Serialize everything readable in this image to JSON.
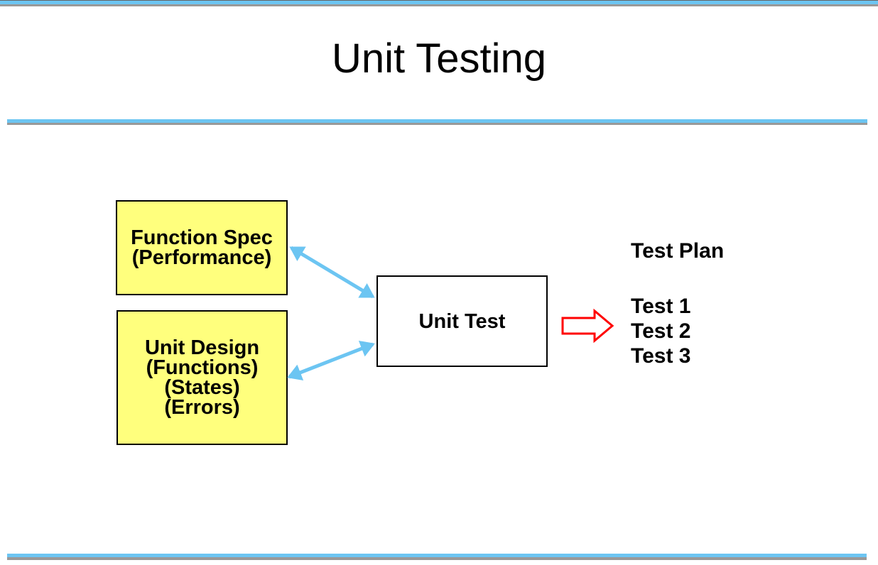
{
  "slide": {
    "title": "Unit Testing"
  },
  "boxes": {
    "function_spec": {
      "lines": [
        "Function Spec",
        "(Performance)"
      ]
    },
    "unit_design": {
      "lines": [
        "Unit Design",
        "(Functions)",
        "(States)",
        "(Errors)"
      ]
    },
    "unit_test": {
      "label": "Unit Test"
    }
  },
  "test_plan": {
    "heading": "Test Plan",
    "items": [
      "Test 1",
      "Test 2",
      "Test 3"
    ]
  },
  "colors": {
    "accent_blue": "#6cc5f2",
    "rule_gray": "#999999",
    "box_yellow": "#ffff7d",
    "arrow_red": "#ff0000",
    "text_black": "#000000"
  }
}
